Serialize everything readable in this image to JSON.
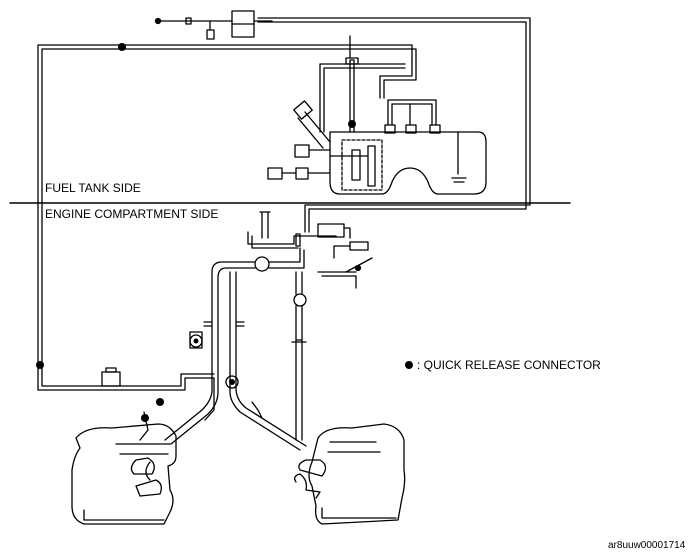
{
  "labels": {
    "fuel_tank_side": "FUEL TANK SIDE",
    "engine_compartment_side": "ENGINE COMPARTMENT SIDE",
    "legend_text": ": QUICK RELEASE CONNECTOR",
    "figure_id": "ar8uuw00001714"
  },
  "colors": {
    "line": "#000000",
    "background": "#ffffff"
  }
}
